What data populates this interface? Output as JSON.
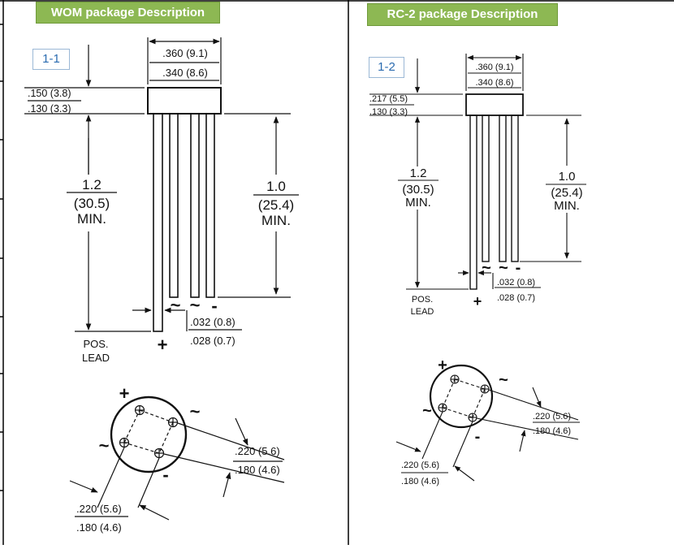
{
  "panels": [
    {
      "title": "WOM package Description",
      "tag": "1-1",
      "top_width": [
        ".360 (9.1)",
        ".340 (8.6)"
      ],
      "body_height": [
        ".150 (3.8)",
        ".130 (3.3)"
      ],
      "lead_length": [
        "1.2",
        "(30.5)",
        "MIN."
      ],
      "lead_length_right": [
        "1.0",
        "(25.4)",
        "MIN."
      ],
      "lead_dia": [
        ".032 (0.8)",
        ".028 (0.7)"
      ],
      "pos_lead": [
        "POS.",
        "LEAD"
      ],
      "symbols": [
        "~",
        "~",
        "-",
        "+"
      ],
      "pin_spacing_right": [
        ".220 (5.6)",
        ".180 (4.6)"
      ],
      "pin_spacing_bottom": [
        ".220 (5.6)",
        ".180 (4.6)"
      ],
      "circle_symbols": [
        "+",
        "~",
        "~",
        "-"
      ]
    },
    {
      "title": "RC-2 package Description",
      "tag": "1-2",
      "top_width": [
        ".360 (9.1)",
        ".340 (8.6)"
      ],
      "body_height": [
        ".217 (5.5)",
        ".130 (3.3)"
      ],
      "lead_length": [
        "1.2",
        "(30.5)",
        "MIN."
      ],
      "lead_length_right": [
        "1.0",
        "(25.4)",
        "MIN."
      ],
      "lead_dia": [
        ".032 (0.8)",
        ".028 (0.7)"
      ],
      "pos_lead": [
        "POS.",
        "LEAD"
      ],
      "symbols": [
        "~",
        "~",
        "-",
        "+"
      ],
      "pin_spacing_right": [
        ".220 (5.6)",
        ".180 (4.6)"
      ],
      "pin_spacing_bottom": [
        ".220 (5.6)",
        ".180 (4.6)"
      ],
      "circle_symbols": [
        "+",
        "~",
        "~",
        "-"
      ]
    }
  ]
}
